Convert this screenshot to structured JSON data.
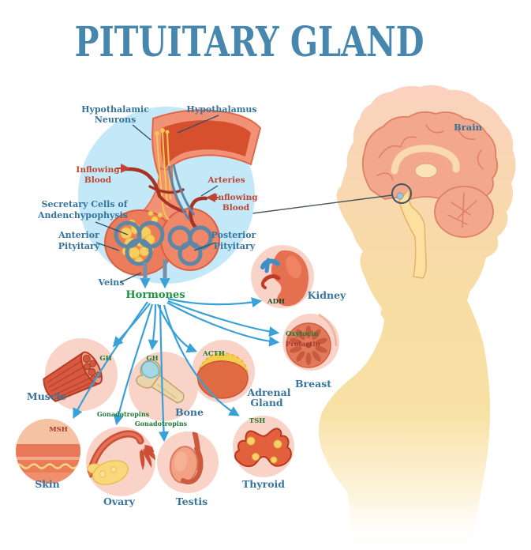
{
  "title": "PITUITARY GLAND",
  "colors": {
    "title_blue": "#4787ad",
    "label_blue": "#36749d",
    "label_red": "#bf4532",
    "label_green": "#1f7a35",
    "hormones_green": "#1c9440",
    "label_dark_red": "#a8392b",
    "arrow_blue": "#3aa0d8",
    "bg_circle_blue": "#c3e8f7",
    "organ_circle_pink": "#f9d3c7",
    "tissue_salmon": "#ec7c5a",
    "artery_dark_red": "#a93226",
    "vein_blue_grey": "#5d87a6"
  },
  "central": {
    "hypothalamic_neurons_1": "Hypothalamic",
    "hypothalamic_neurons_2": "Neurons",
    "hypothalamus": "Hypothalamus",
    "inflowing_blood_1": "Inflowing",
    "inflowing_blood_2": "Blood",
    "arteries": "Arteries",
    "secretary_cells_1": "Secretary Cells of",
    "secretary_cells_2": "Andenchypophysis",
    "anterior_1": "Anterior",
    "anterior_2": "Pityitary",
    "posterior_1": "Posterior",
    "posterior_2": "Pityitary",
    "veins": "Veins",
    "hormones": "Hormones"
  },
  "figure": {
    "brain": "Brain"
  },
  "hormones": {
    "adh": "ADH",
    "oxytocin": "Oxytocin",
    "prolactin": "Prolactin",
    "acth": "ACTH",
    "gh_muscle": "GH",
    "gh_bone": "GH",
    "msh": "MSH",
    "gonadotropins_ovary": "Gonadotropins",
    "gonadotropins_testis": "Gonadotropins",
    "tsh": "TSH"
  },
  "organs": {
    "kidney": "Kidney",
    "breast": "Breast",
    "adrenal_1": "Adrenal",
    "adrenal_2": "Gland",
    "muscle": "Muscle",
    "bone": "Bone",
    "skin": "Skin",
    "ovary": "Ovary",
    "testis": "Testis",
    "thyroid": "Thyroid"
  }
}
